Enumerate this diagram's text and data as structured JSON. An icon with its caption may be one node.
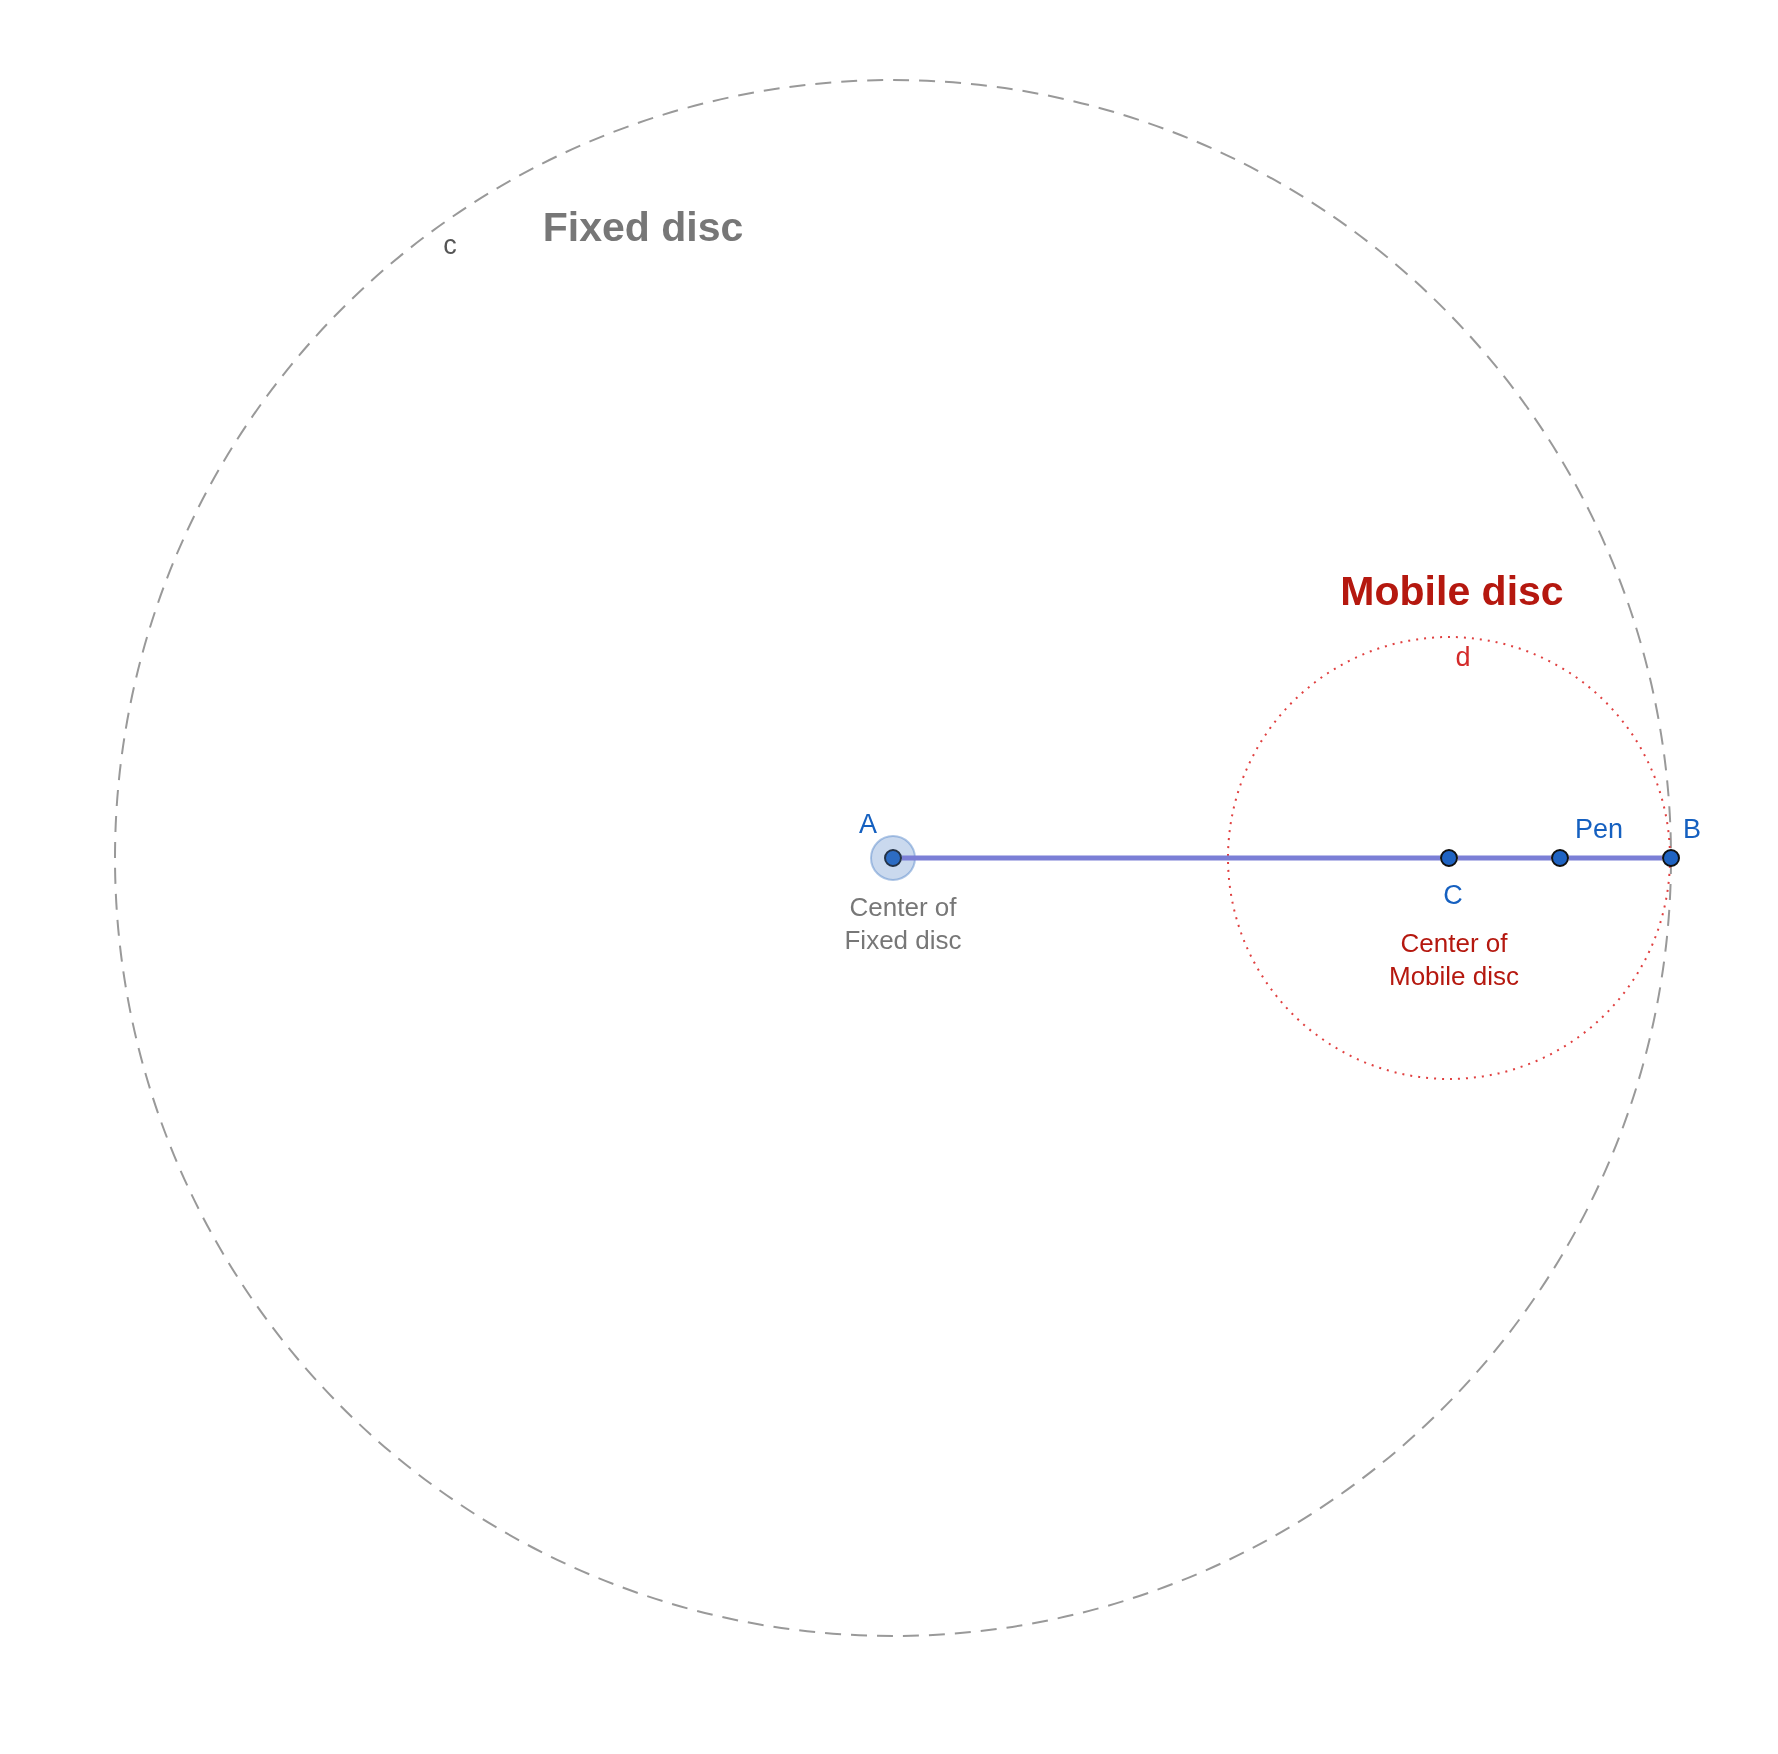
{
  "diagram": {
    "nodes": [
      {
        "text": [
          "Fixed disc",
          "c"
        ]
      },
      {
        "text": [
          "Mobile disc",
          "d"
        ],
        "in": 0
      },
      {
        "text": [
          "A"
        ],
        "beside": [
          "Center of Fixed disc"
        ],
        "in": 0
      },
      {
        "text": [
          "C"
        ],
        "beside": [
          "Center of Mobile disc"
        ],
        "in": 1
      },
      {
        "text": [
          "Pen"
        ],
        "in": 1
      },
      {
        "text": [
          "B"
        ],
        "in": 1
      }
    ],
    "edges": [
      {
        "from": 2,
        "to": 3,
        "arrow": "none"
      },
      {
        "from": 3,
        "to": 4,
        "arrow": "none"
      },
      {
        "from": 4,
        "to": 5,
        "arrow": "none"
      }
    ]
  }
}
